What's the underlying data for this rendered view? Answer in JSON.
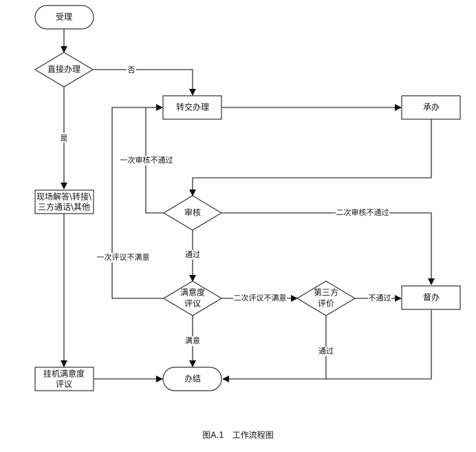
{
  "nodes": {
    "accept": "受理",
    "direct": "直接办理",
    "transfer": "转交办理",
    "undertake": "承办",
    "onsite_line1": "现场解答\\转接\\",
    "onsite_line2": "三方通话\\其他",
    "review": "审核",
    "satisfaction_line1": "满意度",
    "satisfaction_line2": "评议",
    "thirdparty_line1": "第三方",
    "thirdparty_line2": "评价",
    "supervise": "督办",
    "hangup_line1": "挂机满意度",
    "hangup_line2": "评议",
    "done": "办结"
  },
  "edges": {
    "no": "否",
    "yes": "是",
    "first_review_fail": "一次审核不通过",
    "second_review_fail": "二次审核不通过",
    "pass": "通过",
    "first_eval_unsat": "一次评议不满意",
    "second_eval_unsat": "二次评议不满意",
    "not_pass": "不通过",
    "satisfied": "满意",
    "third_pass": "通过"
  },
  "caption": "图A.1　工作流程图"
}
